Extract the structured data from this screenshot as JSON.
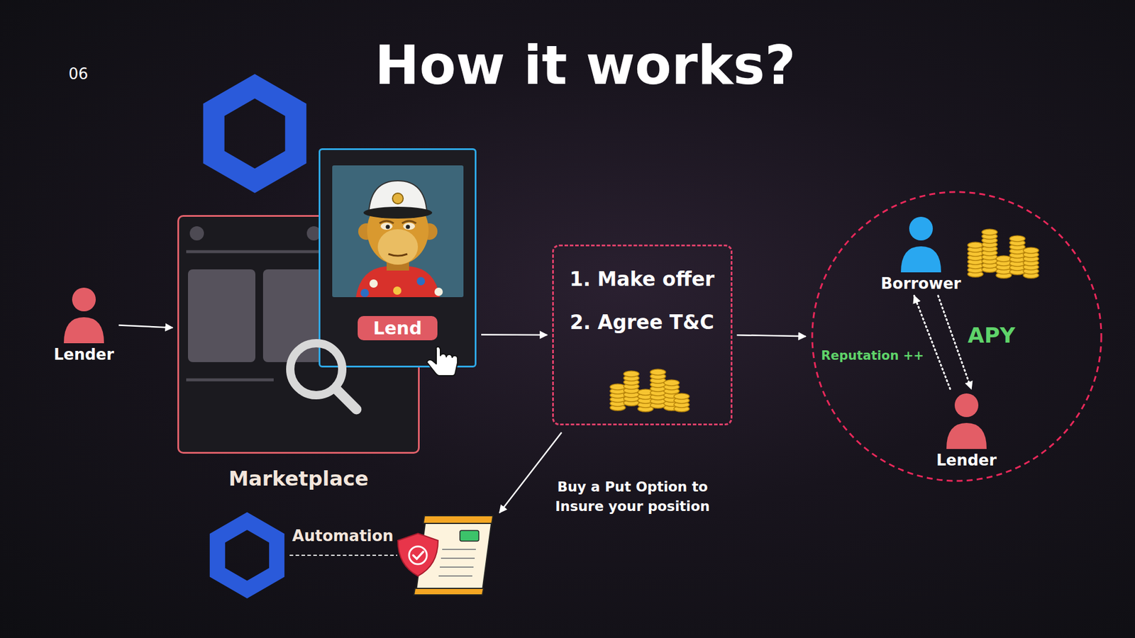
{
  "diagram": {
    "title": "How it works?",
    "nodes": [
      {
        "text": [
          "Lender"
        ]
      },
      {
        "text": [
          "Marketplace"
        ]
      },
      {
        "text": [
          "Lend"
        ]
      },
      {
        "text": [
          "1. Make offer",
          "2. Agree T&C"
        ]
      },
      {
        "text": []
      },
      {
        "text": [
          "Borrower"
        ],
        "in": 4
      },
      {
        "text": [
          "Lender"
        ],
        "in": 4
      }
    ],
    "edges": [
      {
        "from": 0,
        "to": 1,
        "arrow": "to"
      },
      {
        "from": 2,
        "to": 3,
        "arrow": "to"
      },
      {
        "from": 3,
        "to": 4,
        "arrow": "to"
      },
      {
        "from": 6,
        "to": 5,
        "label": "Reputation ++",
        "arrow": "to"
      },
      {
        "from": 5,
        "to": 6,
        "label": "APY",
        "arrow": "to"
      }
    ],
    "labels": [
      "06",
      "Automation",
      "Buy a Put Option to Insure your position"
    ]
  }
}
